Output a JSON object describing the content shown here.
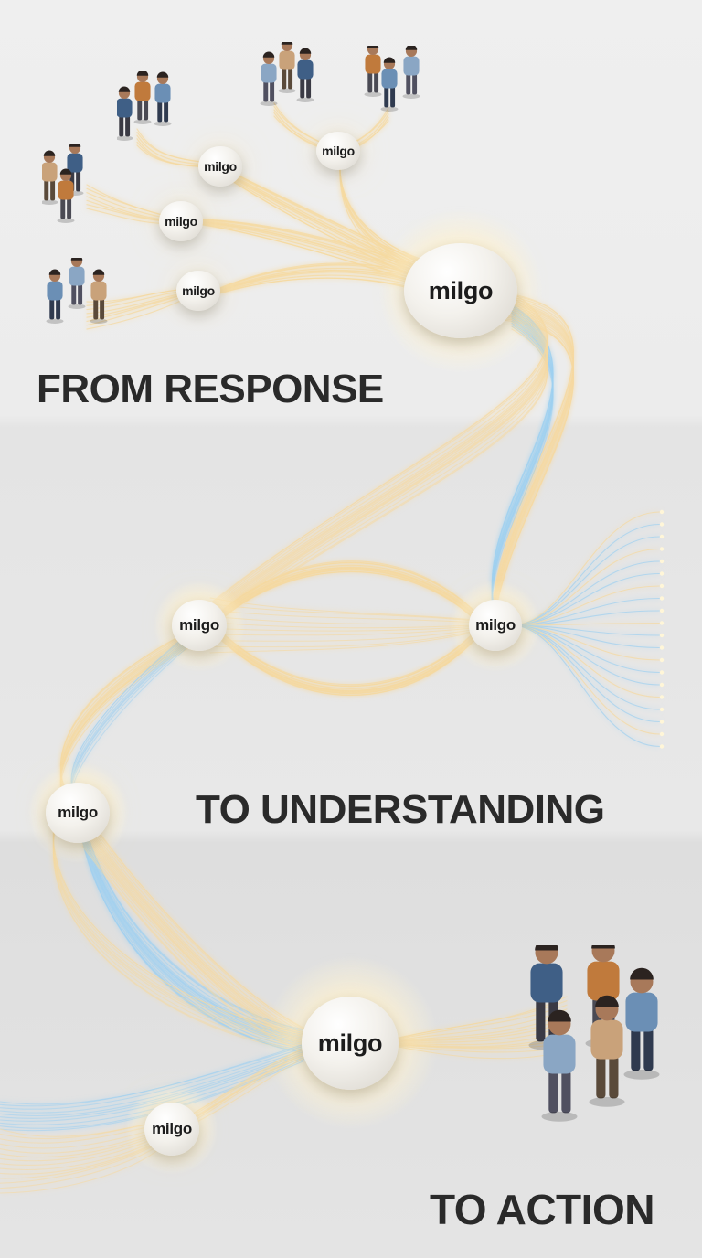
{
  "nodes": {
    "top_a": "milgo",
    "top_b": "milgo",
    "left_mid": "milgo",
    "left_low": "milgo",
    "hub_top": "milgo",
    "mid_left": "milgo",
    "mid_right": "milgo",
    "side_left": "milgo",
    "hub_bottom": "milgo",
    "bottom_small": "milgo"
  },
  "headlines": {
    "response": "FROM RESPONSE",
    "understanding": "TO  UNDERSTANDING",
    "action": "TO ACTION"
  },
  "colors": {
    "warm_fiber": "#f5d9a0",
    "cool_fiber": "#9fd0f0",
    "text": "#2a2a2a"
  }
}
